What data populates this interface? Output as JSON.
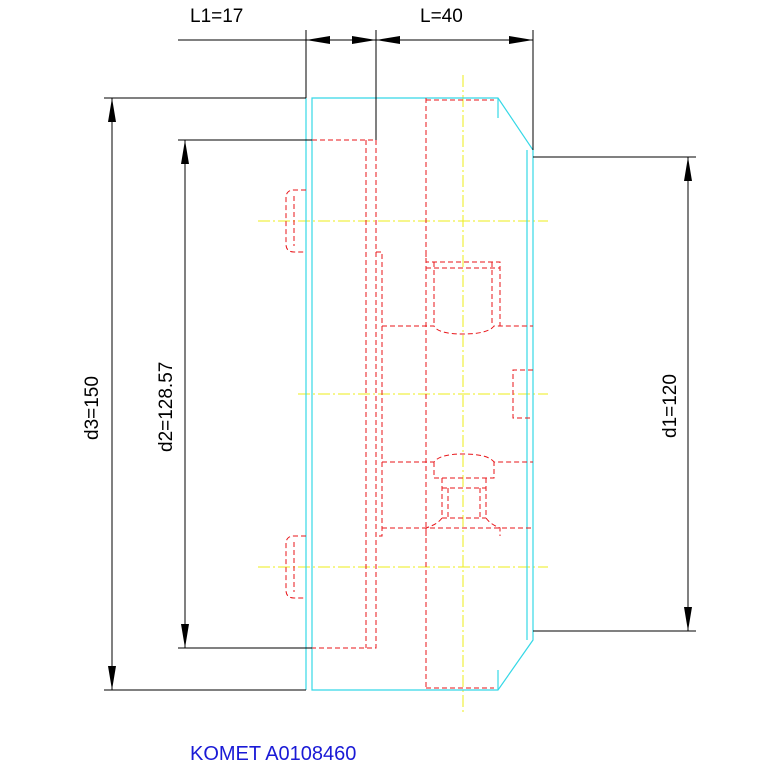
{
  "dimensions": {
    "L1": "L1=17",
    "L": "L=40",
    "d1": "d1=120",
    "d2": "d2=128.57",
    "d3": "d3=150"
  },
  "caption": "KOMET A0108460",
  "colors": {
    "outline": "#35d8e6",
    "hidden_lines": "#e8161a",
    "center_lines": "#ecec1a",
    "dimension_lines": "#000000",
    "caption": "#1a1ad6"
  }
}
